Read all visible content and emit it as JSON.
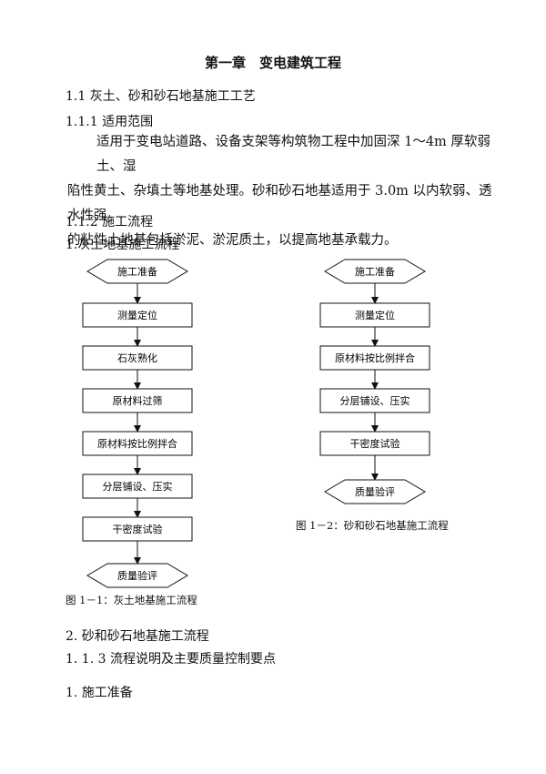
{
  "doc": {
    "chapter_title": "第一章　变电建筑工程",
    "sec_1_1": "1.1  灰土、砂和砂石地基施工工艺",
    "sec_1_1_1": "1.1.1  适用范围",
    "para_lines": [
      "适用于变电站道路、设备支架等构筑物工程中加固深 1～4m 厚软弱土、湿",
      "陷性黄土、杂填土等地基处理。砂和砂石地基适用于 3.0m 以内软弱、透水性强",
      "的粘性土地基包括淤泥、淤泥质土，以提高地基承载力。"
    ],
    "sec_1_1_2": "1.1.2 施工流程",
    "sub_1": "1.灰土地基施工流程",
    "sub_2": "2.  砂和砂石地基施工流程",
    "sec_1_1_3": "1. 1. 3 流程说明及主要质量控制要点",
    "sub_prep": "1. 施工准备"
  },
  "flow1": {
    "nodes": [
      "施工准备",
      "测量定位",
      "石灰熟化",
      "原材料过筛",
      "原材料按比例拌合",
      "分层铺设、压实",
      "干密度试验",
      "质量验评"
    ],
    "caption": "图 1－1：灰土地基施工流程"
  },
  "flow2": {
    "nodes": [
      "施工准备",
      "测量定位",
      "原材料按比例拌合",
      "分层铺设、压实",
      "干密度试验",
      "质量验评"
    ],
    "caption": "图 1－2：砂和砂石地基施工流程"
  }
}
